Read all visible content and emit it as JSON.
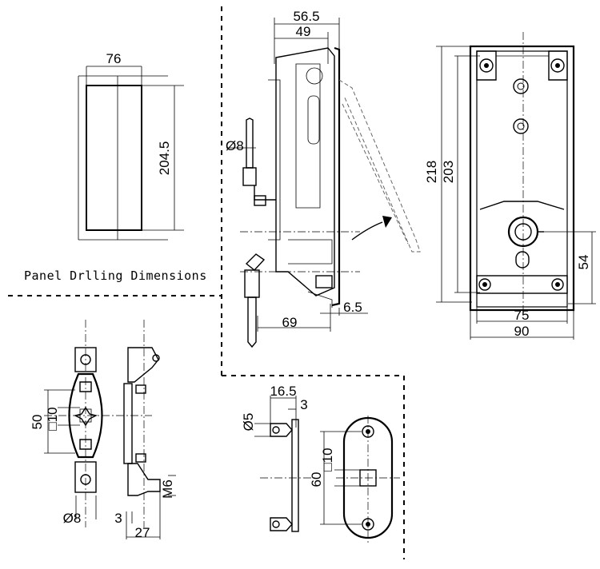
{
  "caption": "Panel Drlling Dimensions",
  "panel": {
    "width": "76",
    "height": "204.5"
  },
  "side": {
    "top_outer": "56.5",
    "top_inner": "49",
    "pin_dia": "Ø8",
    "bottom_depth": "69",
    "flange": "6.5"
  },
  "front": {
    "overall_height": "218",
    "inner_height": "203",
    "inner_width": "75",
    "overall_width": "90",
    "hole_offset": "54"
  },
  "hinge": {
    "spacing": "50",
    "square": "□10",
    "pin_dia": "Ø8",
    "thickness": "3",
    "depth": "27",
    "thread": "M6"
  },
  "bracket": {
    "width": "16.5",
    "thickness": "3",
    "hole_dia": "Ø5",
    "spacing": "60",
    "square": "□10"
  }
}
